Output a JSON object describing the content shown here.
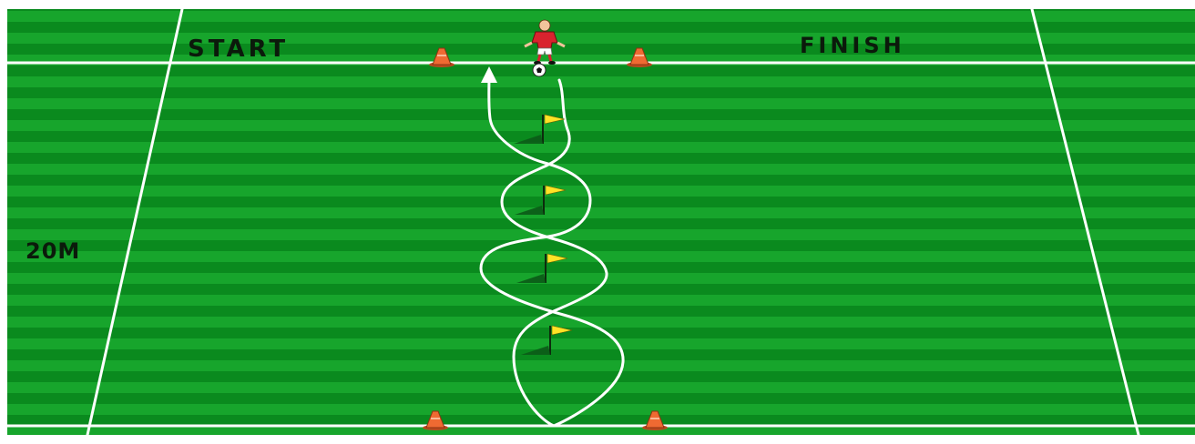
{
  "diagram": {
    "labels": {
      "start": "START",
      "finish": "FINISH",
      "distance": "20M"
    },
    "colors": {
      "grass_dark": "#0a8a1e",
      "grass_light": "#17a52c",
      "lines": "#ffffff",
      "cone": "#ef6a32",
      "flag": "#ffe326",
      "player_shirt": "#d9232e"
    },
    "elements": {
      "cones": 4,
      "flags": 4,
      "players": 1,
      "balls": 1
    }
  }
}
